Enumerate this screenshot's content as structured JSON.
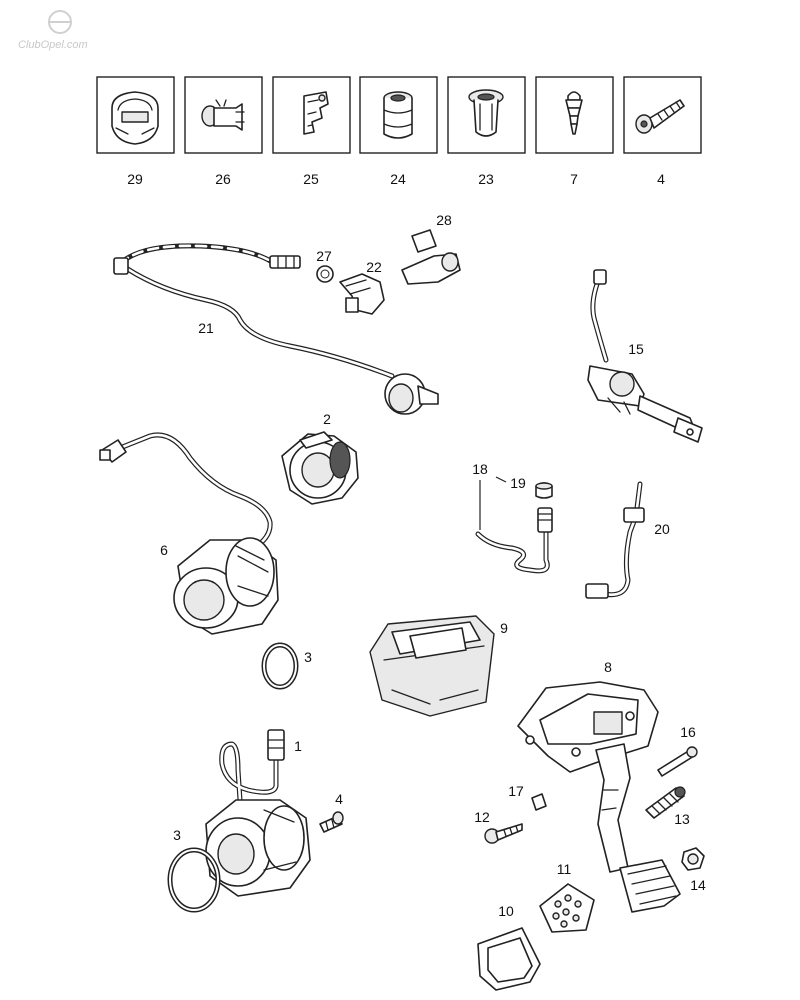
{
  "watermark": "ClubOpel.com",
  "thumbnails": [
    {
      "label": "29",
      "icon": "clip-ring-icon"
    },
    {
      "label": "26",
      "icon": "clip-fork-icon"
    },
    {
      "label": "25",
      "icon": "bracket-clip-icon"
    },
    {
      "label": "24",
      "icon": "bushing-icon"
    },
    {
      "label": "23",
      "icon": "grommet-icon"
    },
    {
      "label": "7",
      "icon": "plug-icon"
    },
    {
      "label": "4",
      "icon": "bolt-icon"
    }
  ],
  "callouts": {
    "p1": "1",
    "p2": "2",
    "p3a": "3",
    "p3b": "3",
    "p4": "4",
    "p6": "6",
    "p8": "8",
    "p9": "9",
    "p10": "10",
    "p11": "11",
    "p12": "12",
    "p13": "13",
    "p14": "14",
    "p15": "15",
    "p16": "16",
    "p17": "17",
    "p18": "18",
    "p19": "19",
    "p20": "20",
    "p21": "21",
    "p22": "22",
    "p27": "27",
    "p28": "28"
  }
}
